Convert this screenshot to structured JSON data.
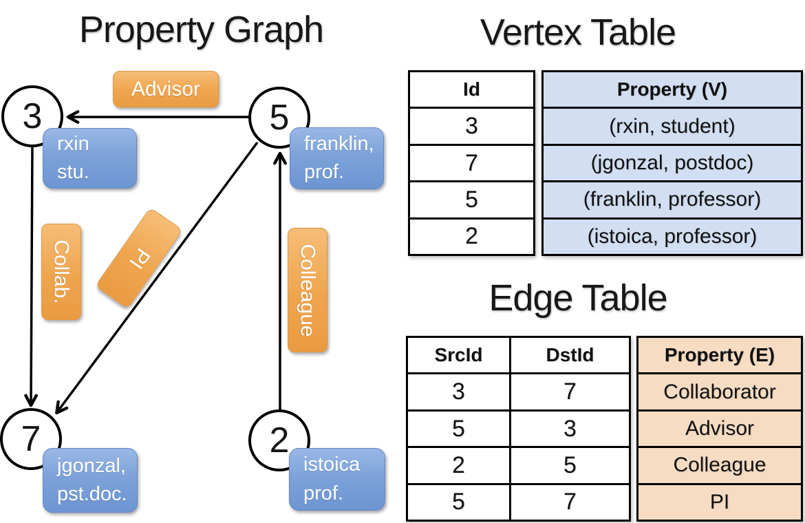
{
  "graph": {
    "title": "Property Graph",
    "vertices": [
      {
        "id": "3",
        "line1": "rxin",
        "line2": "stu."
      },
      {
        "id": "5",
        "line1": "franklin,",
        "line2": "prof."
      },
      {
        "id": "7",
        "line1": "jgonzal,",
        "line2": "pst.doc."
      },
      {
        "id": "2",
        "line1": "istoica",
        "line2": "prof."
      }
    ],
    "edge_labels": {
      "advisor": "Advisor",
      "collab": "Collab.",
      "pi": "PI",
      "colleague": "Colleague"
    }
  },
  "vertex_table": {
    "title": "Vertex Table",
    "columns": {
      "id": "Id",
      "property": "Property (V)"
    },
    "rows": [
      {
        "id": "3",
        "property": "(rxin, student)"
      },
      {
        "id": "7",
        "property": "(jgonzal, postdoc)"
      },
      {
        "id": "5",
        "property": "(franklin, professor)"
      },
      {
        "id": "2",
        "property": "(istoica, professor)"
      }
    ]
  },
  "edge_table": {
    "title": "Edge Table",
    "columns": {
      "src": "SrcId",
      "dst": "DstId",
      "property": "Property (E)"
    },
    "rows": [
      {
        "src": "3",
        "dst": "7",
        "property": "Collaborator"
      },
      {
        "src": "5",
        "dst": "3",
        "property": "Advisor"
      },
      {
        "src": "2",
        "dst": "5",
        "property": "Colleague"
      },
      {
        "src": "5",
        "dst": "7",
        "property": "PI"
      }
    ]
  },
  "colors": {
    "vertex_box": "#7da2d9",
    "edge_label_box": "#efa54e",
    "vertex_table_fill": "#d2def2",
    "edge_table_fill": "#f6dcc3",
    "line": "#000000"
  }
}
